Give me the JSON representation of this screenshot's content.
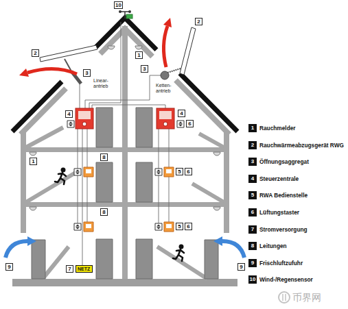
{
  "diagram": {
    "nodes": [
      {
        "text": [
          "NETZ"
        ]
      }
    ],
    "labels": [
      "10",
      "2",
      "2",
      "1",
      "3",
      "Linear- antrieb",
      "3",
      "Ketten- antrieb",
      "4",
      "4",
      "6",
      "8",
      "1",
      "5",
      "6",
      "8",
      "5",
      "6",
      "9",
      "9",
      "7",
      "1",
      "2",
      "3",
      "4",
      "5",
      "6",
      "7",
      "8",
      "9",
      "10",
      "币界网"
    ],
    "legend": [
      {
        "text": "Rauchmelder",
        "color": "#111111"
      },
      {
        "text": "Rauchwärmeabzugsgerät RWG",
        "color": "#111111"
      },
      {
        "text": "Öffnungsaggregat",
        "color": "#111111"
      },
      {
        "text": "Steuerzentrale",
        "color": "#111111"
      },
      {
        "text": "RWA Bedienstelle",
        "color": "#111111"
      },
      {
        "text": "Lüftungstaster",
        "color": "#111111"
      },
      {
        "text": "Stromversorgung",
        "color": "#111111"
      },
      {
        "text": "Leitungen",
        "color": "#111111"
      },
      {
        "text": "Frischluftzufuhr",
        "color": "#111111"
      },
      {
        "text": "Wind-/Regensensor",
        "color": "#111111"
      }
    ]
  }
}
